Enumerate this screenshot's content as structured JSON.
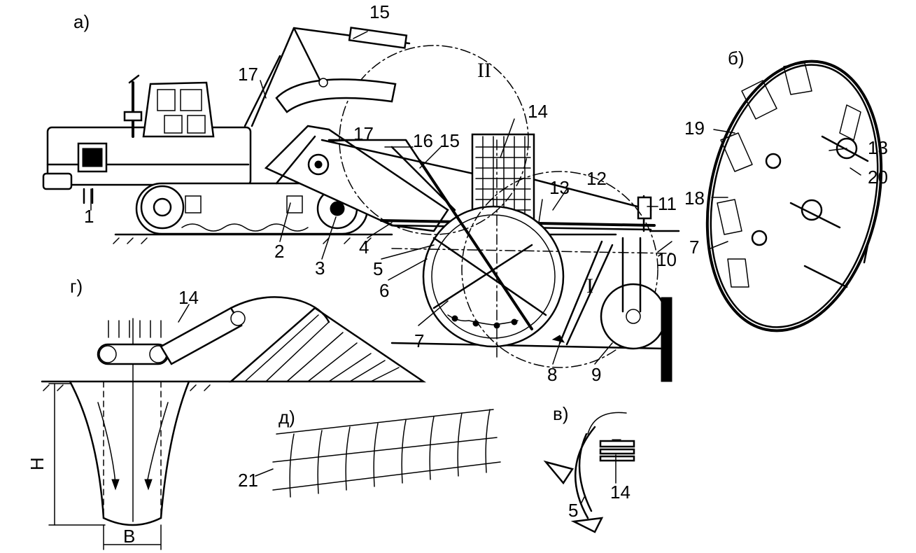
{
  "panels": {
    "a": "а)",
    "b": "б)",
    "v": "в)",
    "g": "г)",
    "d": "д)"
  },
  "positions": {
    "I": "I",
    "II": "II"
  },
  "dimensions": {
    "H": "H",
    "B": "B"
  },
  "callouts": [
    "1",
    "2",
    "3",
    "4",
    "5",
    "6",
    "7",
    "8",
    "9",
    "10",
    "11",
    "12",
    "13",
    "14",
    "15",
    "16",
    "17",
    "15",
    "17",
    "14",
    "13",
    "18",
    "19",
    "20",
    "7",
    "14",
    "5",
    "14",
    "21"
  ],
  "colors": {
    "ink": "#000000",
    "paper": "#ffffff"
  }
}
